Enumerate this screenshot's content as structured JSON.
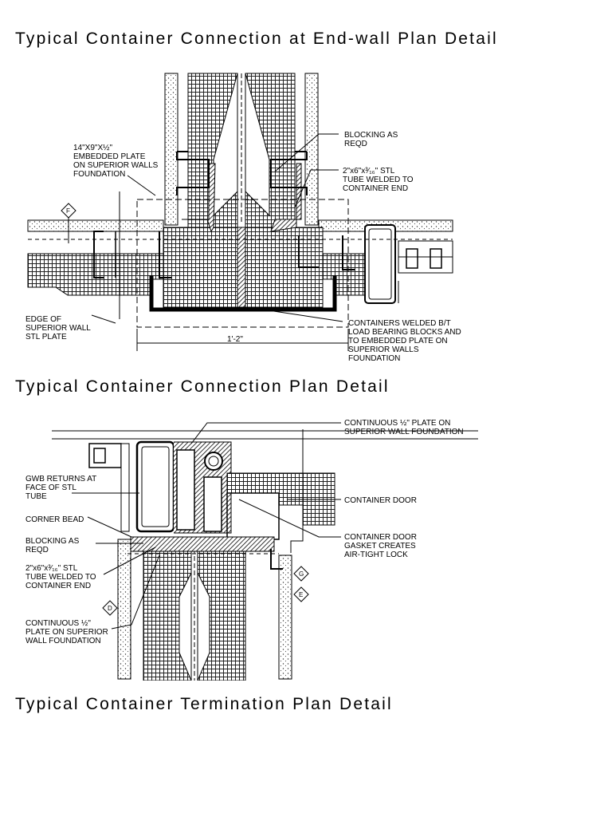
{
  "headings": {
    "endwall": "Typical Container Connection at End-wall Plan Detail",
    "connection": "Typical Container Connection Plan Detail",
    "termination": "Typical Container Termination Plan Detail"
  },
  "endwall_detail": {
    "notes": {
      "embedded_plate": [
        "14\"X9\"X½\"",
        "EMBEDDED PLATE",
        "ON SUPERIOR WALLS",
        "FOUNDATION"
      ],
      "blocking": [
        "BLOCKING AS",
        "REQD"
      ],
      "stl_tube": [
        "2\"x6\"x³⁄₁₆\" STL",
        "TUBE WELDED TO",
        "CONTAINER END"
      ],
      "edge_plate": [
        "EDGE OF",
        "SUPERIOR WALL",
        "STL PLATE"
      ],
      "welded": [
        "CONTAINERS WELDED B/T",
        "LOAD BEARING BLOCKS AND",
        "TO EMBEDDED PLATE ON",
        "SUPERIOR WALLS",
        "FOUNDATION"
      ]
    },
    "dimension": "1'-2\"",
    "grid_tag": "F"
  },
  "connection_detail": {
    "notes": {
      "continuous_plate_top": [
        "CONTINUOUS ½\"  PLATE ON",
        "SUPERIOR WALL FOUNDATION"
      ],
      "gwb_returns": [
        "GWB RETURNS AT",
        "FACE OF STL",
        "TUBE"
      ],
      "corner_bead": [
        "CORNER BEAD"
      ],
      "blocking": [
        "BLOCKING AS",
        "REQD"
      ],
      "stl_tube": [
        "2\"x6\"x³⁄₁₆\" STL",
        "TUBE WELDED TO",
        "CONTAINER END"
      ],
      "continuous_plate_bottom": [
        "CONTINUOUS ½\"",
        "PLATE ON SUPERIOR",
        "WALL FOUNDATION"
      ],
      "container_door": [
        "CONTAINER DOOR"
      ],
      "door_gasket": [
        "CONTAINER DOOR",
        "GASKET CREATES",
        "AIR-TIGHT LOCK"
      ]
    },
    "grid_tags": [
      "G",
      "E",
      "D"
    ]
  }
}
